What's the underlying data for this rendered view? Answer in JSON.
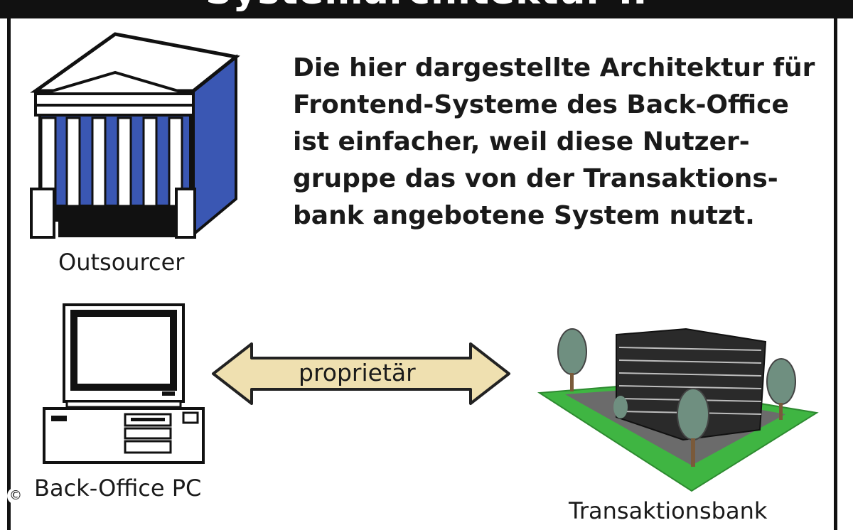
{
  "header": {
    "title": "Systemarchitektur II"
  },
  "description": {
    "lines": [
      "Die hier dargestellte Architektur für",
      "Frontend-Systeme des Back-Office",
      "ist einfacher, weil diese Nutzer-",
      "gruppe das von der Transaktions-",
      "bank angebotene System nutzt."
    ]
  },
  "nodes": {
    "outsourcer": {
      "label": "Outsourcer",
      "icon": "classical-building-icon"
    },
    "back_office_pc": {
      "label": "Back-Office PC",
      "icon": "desktop-computer-icon"
    },
    "transaktionsbank": {
      "label": "Transaktionsbank",
      "icon": "office-building-icon"
    }
  },
  "connection": {
    "label": "proprietär",
    "type": "double-arrow"
  },
  "copyright": "©",
  "colors": {
    "building_blue": "#3a57b3",
    "arrow_gold": "#efe0b0",
    "lawn_green": "#3fb542",
    "tree_green": "#6f8f80",
    "frame_black": "#111111"
  }
}
